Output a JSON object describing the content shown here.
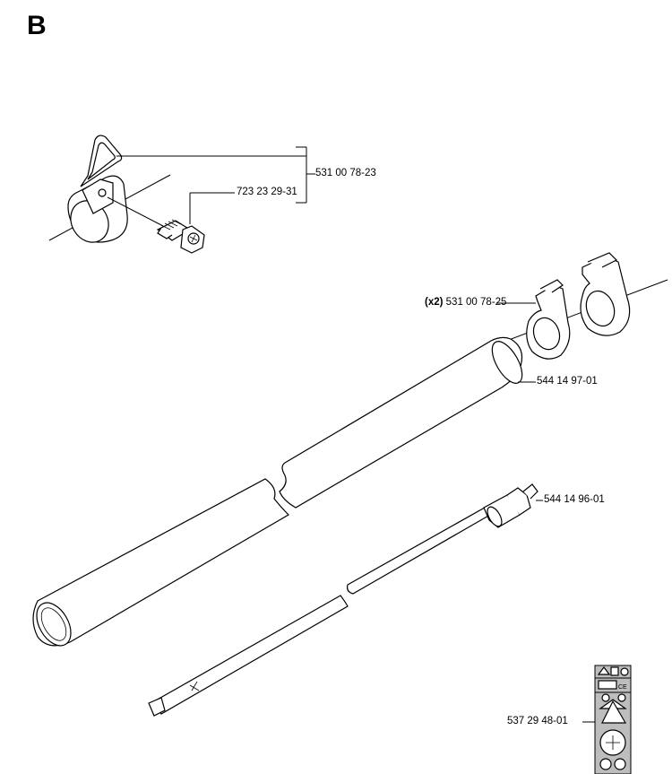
{
  "section": {
    "letter": "B"
  },
  "parts": [
    {
      "number": "531 00 78-23",
      "qty_prefix": ""
    },
    {
      "number": "723 23 29-31",
      "qty_prefix": ""
    },
    {
      "number": "531 00 78-25",
      "qty_prefix": "(x2)"
    },
    {
      "number": "544 14 97-01",
      "qty_prefix": ""
    },
    {
      "number": "544 14 96-01",
      "qty_prefix": ""
    },
    {
      "number": "537 29 48-01",
      "qty_prefix": ""
    }
  ]
}
